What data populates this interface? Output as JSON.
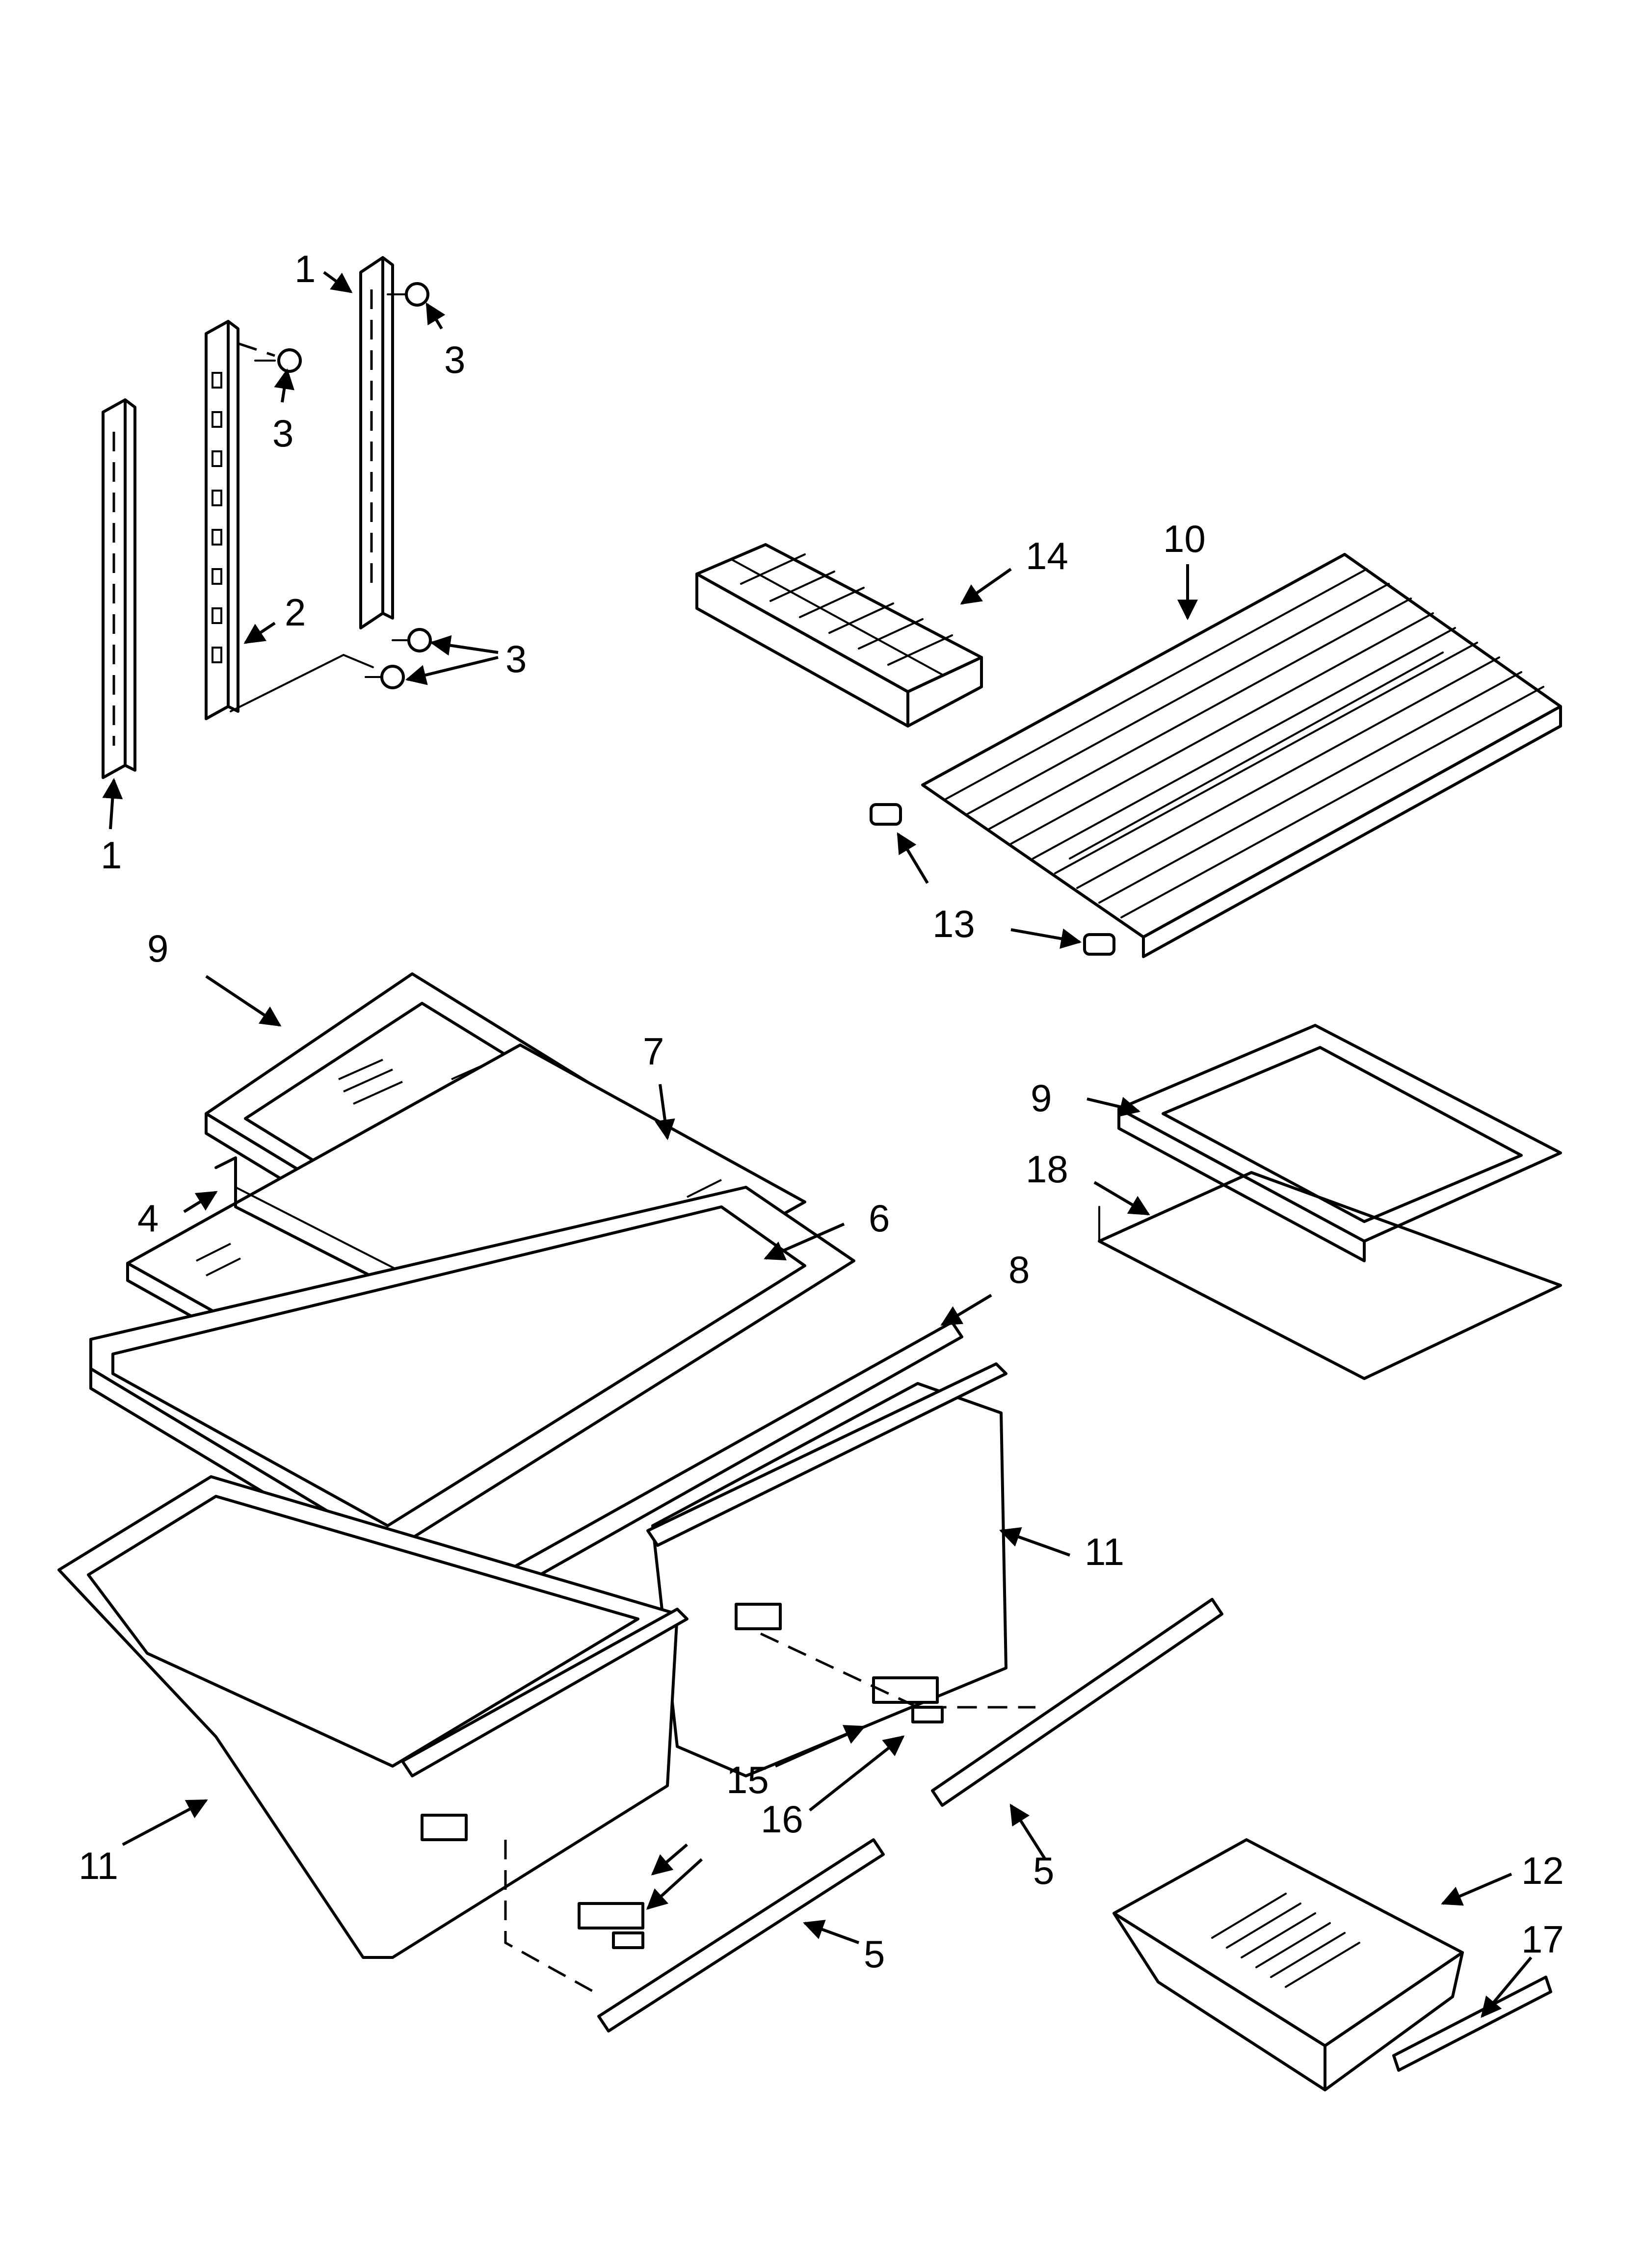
{
  "figure": {
    "type": "exploded-parts-diagram",
    "line_color": "#000000",
    "background": "#ffffff"
  },
  "callouts": {
    "c1a": "1",
    "c1b": "1",
    "c2": "2",
    "c3a": "3",
    "c3b": "3",
    "c3c": "3",
    "c4": "4",
    "c5a": "5",
    "c5b": "5",
    "c6": "6",
    "c7": "7",
    "c8": "8",
    "c9a": "9",
    "c9b": "9",
    "c10": "10",
    "c11a": "11",
    "c11b": "11",
    "c12": "12",
    "c13": "13",
    "c14": "14",
    "c15": "15",
    "c16": "16",
    "c17": "17",
    "c18": "18"
  }
}
